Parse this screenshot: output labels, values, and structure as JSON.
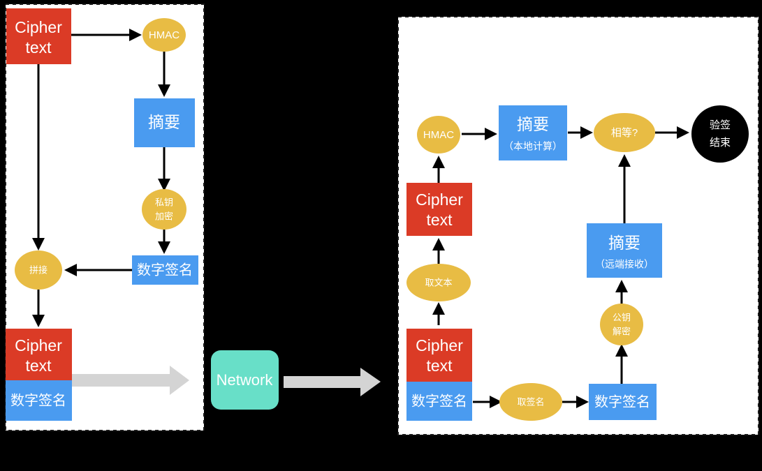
{
  "diagram": {
    "title": "HMAC digital signature sign and verify flow",
    "colors": {
      "red": "#db3b26",
      "blue": "#4a9bf0",
      "yellow": "#e8bc44",
      "teal": "#68dfc8",
      "black": "#000000",
      "white": "#ffffff",
      "gray_arrow": "#d4d4d4",
      "background": "#000000",
      "panel": "#ffffff"
    },
    "sender_panel": {
      "name": "sender-panel",
      "nodes": {
        "cipher_text_top": {
          "line1": "Cipher",
          "line2": "text"
        },
        "hmac": {
          "label": "HMAC"
        },
        "digest": {
          "label": "摘要"
        },
        "private_key_encrypt": {
          "line1": "私钥",
          "line2": "加密"
        },
        "digital_signature": {
          "label": "数字签名"
        },
        "concat": {
          "label": "拼接"
        },
        "packet_cipher": {
          "line1": "Cipher",
          "line2": "text"
        },
        "packet_signature": {
          "label": "数字签名"
        }
      }
    },
    "network": {
      "name": "network-node",
      "label": "Network"
    },
    "receiver_panel": {
      "name": "receiver-panel",
      "nodes": {
        "packet_cipher": {
          "line1": "Cipher",
          "line2": "text"
        },
        "packet_signature": {
          "label": "数字签名"
        },
        "take_text": {
          "label": "取文本"
        },
        "cipher_text": {
          "line1": "Cipher",
          "line2": "text"
        },
        "hmac": {
          "label": "HMAC"
        },
        "digest_local": {
          "line1": "摘要",
          "line2": "（本地计算）"
        },
        "equal_check": {
          "label": "相等?"
        },
        "verify_end": {
          "line1": "验签",
          "line2": "结束"
        },
        "take_signature": {
          "label": "取签名"
        },
        "digital_signature": {
          "label": "数字签名"
        },
        "public_key_decrypt": {
          "line1": "公钥",
          "line2": "解密"
        },
        "digest_remote": {
          "line1": "摘要",
          "line2": "（远端接收）"
        }
      }
    }
  }
}
